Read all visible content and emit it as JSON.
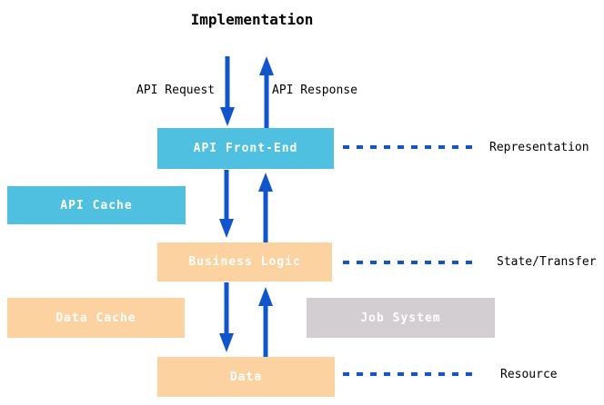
{
  "title": "Implementation",
  "flow_labels": {
    "request": "API Request",
    "response": "API Response"
  },
  "boxes": {
    "api_front_end": {
      "label": "API Front-End",
      "color": "#4FC0DF"
    },
    "api_cache": {
      "label": "API Cache",
      "color": "#4FC0DF"
    },
    "business_logic": {
      "label": "Business Logic",
      "color": "#FCD2A0"
    },
    "data_cache": {
      "label": "Data Cache",
      "color": "#FCD2A0"
    },
    "job_system": {
      "label": "Job System",
      "color": "#D2CED2"
    },
    "data": {
      "label": "Data",
      "color": "#FCD2A0"
    }
  },
  "layer_labels": {
    "representation": "Representation",
    "state_transfer": "State/Transfer",
    "resource": "Resource"
  },
  "colors": {
    "arrow_blue": "#1155CC",
    "box_text": "#FFFFFF",
    "label_text": "#000000",
    "background": "#FFFFFF"
  }
}
